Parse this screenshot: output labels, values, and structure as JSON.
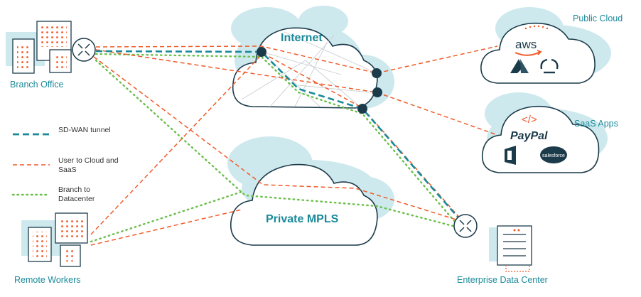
{
  "clouds": {
    "internet": "Internet",
    "mpls": "Private MPLS"
  },
  "sites": {
    "branch_office": "Branch Office",
    "remote_workers": "Remote Workers",
    "enterprise_dc": "Enterprise Data Center",
    "public_cloud": "Public Cloud",
    "saas_apps": "SaaS Apps"
  },
  "legend": {
    "sdwan": "SD-WAN tunnel",
    "user_cloud_1": "User to Cloud and",
    "user_cloud_2": "SaaS",
    "branch_dc_1": "Branch to",
    "branch_dc_2": "Datacenter"
  },
  "logos": {
    "aws": "aws",
    "paypal": "PayPal",
    "code": "</>",
    "salesforce": "salesforce"
  },
  "colors": {
    "teal": "#1a8a9a",
    "cloud_fill": "#cde9ee",
    "orange": "#f05a28",
    "green": "#6abf4b",
    "navy": "#1c3b4a"
  }
}
